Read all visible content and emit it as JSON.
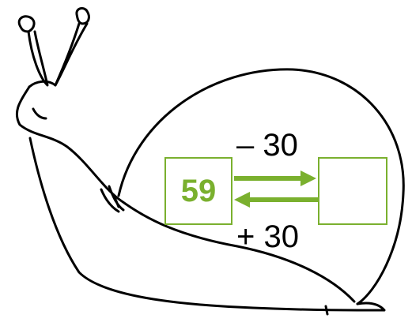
{
  "diagram": {
    "start_value": "59",
    "result_value": "",
    "top_operation": "– 30",
    "bottom_operation": "+ 30",
    "accent_color": "#7ab02e",
    "illustration": "snail-icon"
  }
}
